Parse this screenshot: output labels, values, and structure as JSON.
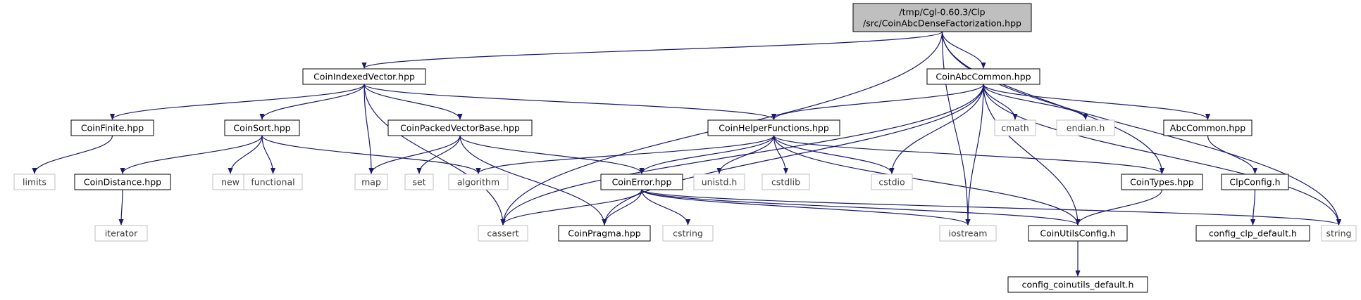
{
  "colors": {
    "edge": "#191970",
    "root_fill": "#bfbfbf",
    "node_border": "#000000",
    "system_border": "#bfbfbf",
    "system_text": "#3c3c3c"
  },
  "nodes": [
    {
      "id": "root",
      "kind": "root",
      "lines": [
        "/tmp/Cgl-0.60.3/Clp",
        "/src/CoinAbcDenseFactorization.hpp"
      ]
    },
    {
      "id": "civ",
      "kind": "normal",
      "lines": [
        "CoinIndexedVector.hpp"
      ]
    },
    {
      "id": "cac",
      "kind": "normal",
      "lines": [
        "CoinAbcCommon.hpp"
      ]
    },
    {
      "id": "cfin",
      "kind": "normal",
      "lines": [
        "CoinFinite.hpp"
      ]
    },
    {
      "id": "csort",
      "kind": "normal",
      "lines": [
        "CoinSort.hpp"
      ]
    },
    {
      "id": "cpvb",
      "kind": "normal",
      "lines": [
        "CoinPackedVectorBase.hpp"
      ]
    },
    {
      "id": "chf",
      "kind": "normal",
      "lines": [
        "CoinHelperFunctions.hpp"
      ]
    },
    {
      "id": "cmath",
      "kind": "system",
      "lines": [
        "cmath"
      ]
    },
    {
      "id": "endian",
      "kind": "system",
      "lines": [
        "endian.h"
      ]
    },
    {
      "id": "abcc",
      "kind": "normal",
      "lines": [
        "AbcCommon.hpp"
      ]
    },
    {
      "id": "limits",
      "kind": "system",
      "lines": [
        "limits"
      ]
    },
    {
      "id": "cdist",
      "kind": "normal",
      "lines": [
        "CoinDistance.hpp"
      ]
    },
    {
      "id": "new",
      "kind": "system",
      "lines": [
        "new"
      ]
    },
    {
      "id": "functional",
      "kind": "system",
      "lines": [
        "functional"
      ]
    },
    {
      "id": "map",
      "kind": "system",
      "lines": [
        "map"
      ]
    },
    {
      "id": "set",
      "kind": "system",
      "lines": [
        "set"
      ]
    },
    {
      "id": "algorithm",
      "kind": "system",
      "lines": [
        "algorithm"
      ]
    },
    {
      "id": "cerr",
      "kind": "normal",
      "lines": [
        "CoinError.hpp"
      ]
    },
    {
      "id": "unistd",
      "kind": "system",
      "lines": [
        "unistd.h"
      ]
    },
    {
      "id": "cstdlib",
      "kind": "system",
      "lines": [
        "cstdlib"
      ]
    },
    {
      "id": "cstdio",
      "kind": "system",
      "lines": [
        "cstdio"
      ]
    },
    {
      "id": "ctypes",
      "kind": "normal",
      "lines": [
        "CoinTypes.hpp"
      ]
    },
    {
      "id": "clpc",
      "kind": "normal",
      "lines": [
        "ClpConfig.h"
      ]
    },
    {
      "id": "iterator",
      "kind": "system",
      "lines": [
        "iterator"
      ]
    },
    {
      "id": "cassert",
      "kind": "system",
      "lines": [
        "cassert"
      ]
    },
    {
      "id": "cprag",
      "kind": "normal",
      "lines": [
        "CoinPragma.hpp"
      ]
    },
    {
      "id": "cstring",
      "kind": "system",
      "lines": [
        "cstring"
      ]
    },
    {
      "id": "iostream",
      "kind": "system",
      "lines": [
        "iostream"
      ]
    },
    {
      "id": "cuc",
      "kind": "normal",
      "lines": [
        "CoinUtilsConfig.h"
      ]
    },
    {
      "id": "ccd",
      "kind": "normal",
      "lines": [
        "config_clp_default.h"
      ]
    },
    {
      "id": "string",
      "kind": "system",
      "lines": [
        "string"
      ]
    },
    {
      "id": "ccud",
      "kind": "normal",
      "lines": [
        "config_coinutils_default.h"
      ]
    }
  ],
  "edges": [
    [
      "root",
      "civ"
    ],
    [
      "root",
      "cac"
    ],
    [
      "root",
      "cassert"
    ],
    [
      "root",
      "iostream"
    ],
    [
      "root",
      "ctypes"
    ],
    [
      "root",
      "string"
    ],
    [
      "civ",
      "cfin"
    ],
    [
      "civ",
      "csort"
    ],
    [
      "civ",
      "cpvb"
    ],
    [
      "civ",
      "chf"
    ],
    [
      "civ",
      "map"
    ],
    [
      "civ",
      "cassert"
    ],
    [
      "cac",
      "chf"
    ],
    [
      "cac",
      "cmath"
    ],
    [
      "cac",
      "endian"
    ],
    [
      "cac",
      "abcc"
    ],
    [
      "cac",
      "cstdio"
    ],
    [
      "cac",
      "cassert"
    ],
    [
      "cac",
      "cprag"
    ],
    [
      "cac",
      "iostream"
    ],
    [
      "cac",
      "cuc"
    ],
    [
      "cac",
      "string"
    ],
    [
      "cfin",
      "limits"
    ],
    [
      "csort",
      "cdist"
    ],
    [
      "csort",
      "new"
    ],
    [
      "csort",
      "functional"
    ],
    [
      "csort",
      "algorithm"
    ],
    [
      "cpvb",
      "map"
    ],
    [
      "cpvb",
      "set"
    ],
    [
      "cpvb",
      "cerr"
    ],
    [
      "cpvb",
      "cprag"
    ],
    [
      "chf",
      "algorithm"
    ],
    [
      "chf",
      "cerr"
    ],
    [
      "chf",
      "unistd"
    ],
    [
      "chf",
      "cstdlib"
    ],
    [
      "chf",
      "cstdio"
    ],
    [
      "chf",
      "ctypes"
    ],
    [
      "chf",
      "cuc"
    ],
    [
      "abcc",
      "clpc"
    ],
    [
      "cdist",
      "iterator"
    ],
    [
      "cerr",
      "cassert"
    ],
    [
      "cerr",
      "cprag"
    ],
    [
      "cerr",
      "cstring"
    ],
    [
      "cerr",
      "iostream"
    ],
    [
      "cerr",
      "cuc"
    ],
    [
      "cerr",
      "string"
    ],
    [
      "ctypes",
      "cuc"
    ],
    [
      "clpc",
      "ccd"
    ],
    [
      "cuc",
      "ccud"
    ]
  ]
}
